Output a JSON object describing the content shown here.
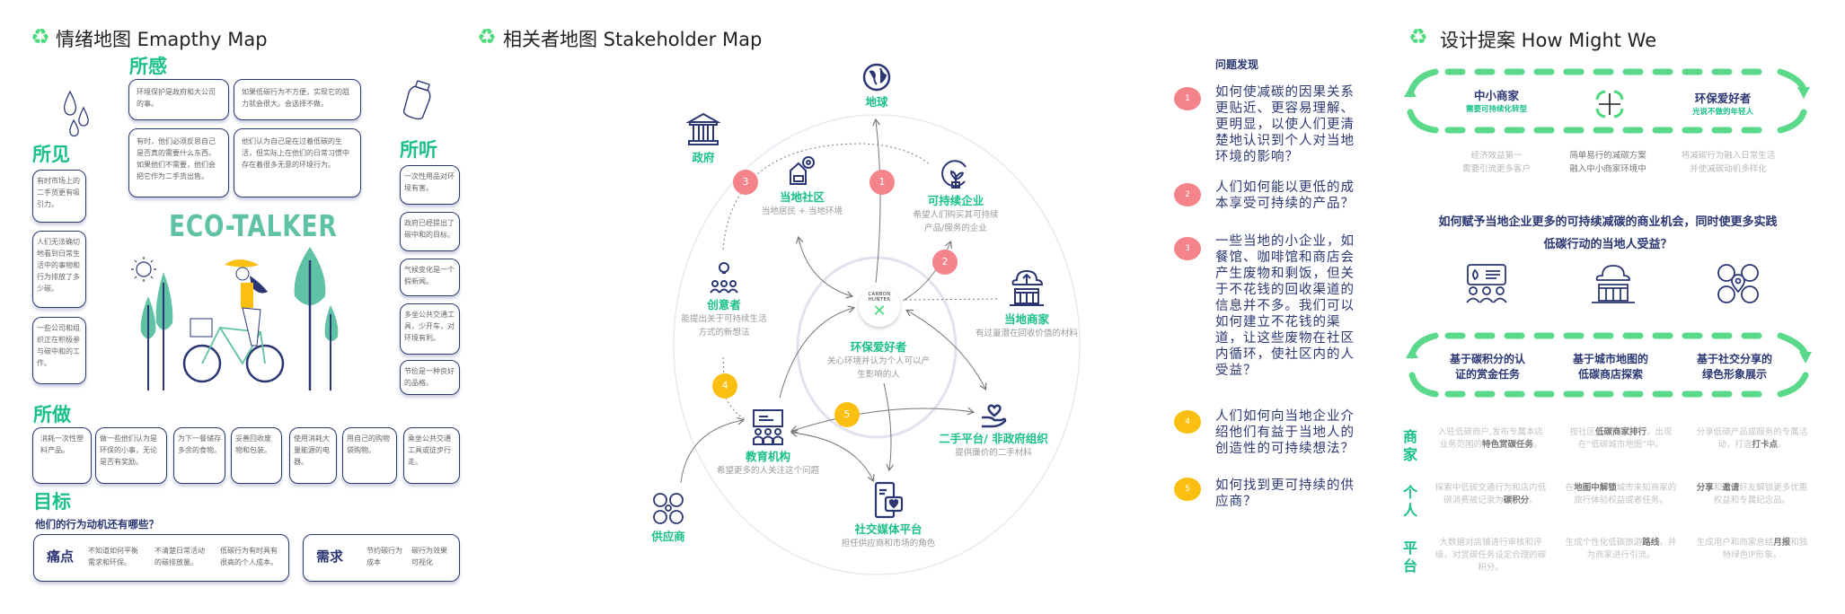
{
  "colors": {
    "accent_green": "#19c08a",
    "navy": "#2b3773",
    "pink": "#f4848a",
    "yellow": "#fbbf12",
    "loop_green": "#5ad98a"
  },
  "empathy": {
    "title": "情绪地图 Emapthy Map",
    "feel": {
      "heading": "所感",
      "items": [
        "环境保护是政府和大公司的事。",
        "如果低碳行为不方便，实现它的阻力就会很大。会选择不做。",
        "有时，他们必须反思自己是否真的需要什么东西。如果他们不需要，他们会把它作为二手货出售。",
        "他们认为自己是在过着低碳的生活，但实际上在他们的日常习惯中存在着很多无意的环境行为。"
      ]
    },
    "see": {
      "heading": "所见",
      "items": [
        "有时市场上的二手货更有吸引力。",
        "人们无法确切地看到日常生活中的事物和行为排放了多少碳。",
        "一些公司和组织正在积极参与碳中和的工作。"
      ]
    },
    "hear": {
      "heading": "所听",
      "items": [
        "一次性用品对环境有害。",
        "政府已经提出了碳中和的目标。",
        "气候变化是一个假新闻。",
        "多坐公共交通工具，少开车，对环境有利。",
        "节俭是一种良好的品格。"
      ]
    },
    "logo": "ECO-TALKER",
    "do": {
      "heading": "所做",
      "items": [
        "消耗一次性塑料产品。",
        "做一些他们认为是环保的小事，无论是否有奖励。",
        "为下一餐储存多余的食物。",
        "妥善回收废物和包装。",
        "使用消耗大量能源的电器。",
        "用自己的购物袋购物。",
        "乘坐公共交通工具或徒步行走。"
      ]
    },
    "goal": {
      "heading": "目标",
      "question": "他们的行为动机还有哪些？",
      "pain": {
        "label": "痛点",
        "items": [
          "不知道如何平衡需求和环保。",
          "不清楚日常活动的碳排放量。",
          "低碳行为有时具有很高的个人成本。"
        ]
      },
      "need": {
        "label": "需求",
        "items": [
          "节约碳行为成本",
          "碳行为效果可视化"
        ]
      }
    }
  },
  "stakeholder": {
    "title": "相关者地图 Stakeholder Map",
    "center_logo": "CARBON HUNTER",
    "nodes": {
      "earth": {
        "label": "地球"
      },
      "gov": {
        "label": "政府"
      },
      "community": {
        "label": "当地社区",
        "sub": "当地居民 + 当地环境"
      },
      "business": {
        "label": "可持续企业",
        "sub1": "希望人们购买其可持续",
        "sub2": "产品/服务的企业"
      },
      "merchant": {
        "label": "当地商家",
        "sub": "有过量潜在回收价值的材料"
      },
      "creator": {
        "label": "创意者",
        "sub1": "能提出关于可持续生活",
        "sub2": "方式的新想法"
      },
      "fan": {
        "label": "环保爱好者",
        "sub1": "关心环境并认为个人可以产",
        "sub2": "生影响的人"
      },
      "edu": {
        "label": "教育机构",
        "sub": "希望更多的人关注这个问题"
      },
      "ngo": {
        "label": "二手平台/ 非政府组织",
        "sub": "提供廉价的二手材料"
      },
      "social": {
        "label": "社交媒体平台",
        "sub": "担任供应商和市场的角色"
      },
      "supplier": {
        "label": "供应商"
      }
    },
    "markers": [
      "1",
      "2",
      "3",
      "4",
      "5"
    ],
    "issues": {
      "heading": "问题发现",
      "items": [
        {
          "n": "1",
          "text": "如何使减碳的因果关系更贴近、更容易理解、更明显，以使人们更清楚地认识到个人对当地环境的影响？"
        },
        {
          "n": "2",
          "text": "人们如何能以更低的成本享受可持续的产品？"
        },
        {
          "n": "3",
          "text": "一些当地的小企业，如餐馆、咖啡馆和商店会产生废物和剩饭，但关于不花钱的回收渠道的信息并不多。我们可以如何建立不花钱的渠道，让这些废物在社区内循环，使社区内的人受益？"
        },
        {
          "n": "4",
          "text": "人们如何向当地企业介绍他们有益于当地人的创造性的可持续想法？"
        },
        {
          "n": "5",
          "text": "如何找到更可持续的供应商？"
        }
      ]
    }
  },
  "hmw": {
    "title": "设计提案 How Might We",
    "left": {
      "label": "中小商家",
      "sub": "需要可持续化转型"
    },
    "right": {
      "label": "环保爱好者",
      "sub": "光说不做的年轻人"
    },
    "notes": [
      [
        "经济效益第一",
        "需要引流更多客户"
      ],
      [
        "简单易行的减碳方案",
        "融入中小商家环境中"
      ],
      [
        "将减碳行为融入日常生活",
        "并使减碳动机多样化"
      ]
    ],
    "question1": "如何赋予当地企业更多的可持续减碳的商业机会，同时使更多实践",
    "question2": "低碳行动的当地人受益？",
    "solutions": [
      [
        "基于碳积分的认",
        "证的赏金任务"
      ],
      [
        "基于城市地图的",
        "低碳商店探索"
      ],
      [
        "基于社交分享的",
        "绿色形象展示"
      ]
    ],
    "rows": [
      {
        "label": "商家",
        "cells": [
          [
            [
              "入驻低碳商户,发布专属本店业务范围的",
              0
            ],
            [
              "特色赏碳任务",
              1
            ],
            [
              "。",
              0
            ]
          ],
          [
            [
              "按社区",
              0
            ],
            [
              "低碳商家排行",
              1
            ],
            [
              "，出现在“低碳城市地图”中。",
              0
            ]
          ],
          [
            [
              "分享低碳产品或服务的专属活动，打造",
              0
            ],
            [
              "打卡点",
              1
            ],
            [
              "。",
              0
            ]
          ]
        ]
      },
      {
        "label": "个人",
        "cells": [
          [
            [
              "探索中低碳交通行为和店内低碳消费被记录为",
              0
            ],
            [
              "碳积分",
              1
            ],
            [
              "。",
              0
            ]
          ],
          [
            [
              "在",
              0
            ],
            [
              "地图中解锁",
              1
            ],
            [
              "城市未知商家的旅行体验权益或者任务。",
              0
            ]
          ],
          [
            [
              "分享",
              1
            ],
            [
              "和",
              0
            ],
            [
              "邀请",
              1
            ],
            [
              "好友解锁更多优惠权益和专属纪念品。",
              0
            ]
          ]
        ]
      },
      {
        "label": "平台",
        "cells": [
          [
            [
              "大数据对店铺进行审核和评级，对赏碳任务设定合理的碳积分。",
              0
            ]
          ],
          [
            [
              "生成个性化低碳旅游",
              0
            ],
            [
              "路线",
              1
            ],
            [
              "，并为商家进行引流。",
              0
            ]
          ],
          [
            [
              "生成用户和商家总结",
              0
            ],
            [
              "月报",
              1
            ],
            [
              "和独特绿色IP形象。",
              0
            ]
          ]
        ]
      }
    ]
  }
}
